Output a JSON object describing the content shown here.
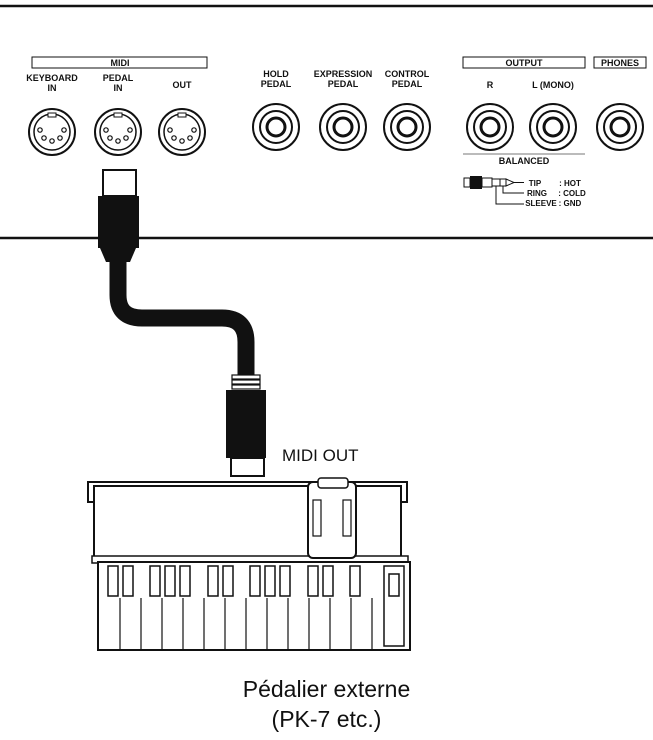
{
  "panel": {
    "midi_group": "MIDI",
    "keyboard_in": [
      "KEYBOARD",
      "IN"
    ],
    "pedal_in": [
      "PEDAL",
      "IN"
    ],
    "out": "OUT",
    "hold_pedal": [
      "HOLD",
      "PEDAL"
    ],
    "expression_pedal": [
      "EXPRESSION",
      "PEDAL"
    ],
    "control_pedal": [
      "CONTROL",
      "PEDAL"
    ],
    "output_group": "OUTPUT",
    "output_r": "R",
    "output_l": "L (MONO)",
    "phones": "PHONES",
    "balanced": "BALANCED",
    "tip": "TIP",
    "ring": "RING",
    "sleeve": "SLEEVE",
    "hot": ": HOT",
    "cold": ": COLD",
    "gnd": ": GND"
  },
  "midi_out_label": "MIDI OUT",
  "caption": {
    "line1": "Pédalier externe",
    "line2": "(PK-7 etc.)"
  }
}
